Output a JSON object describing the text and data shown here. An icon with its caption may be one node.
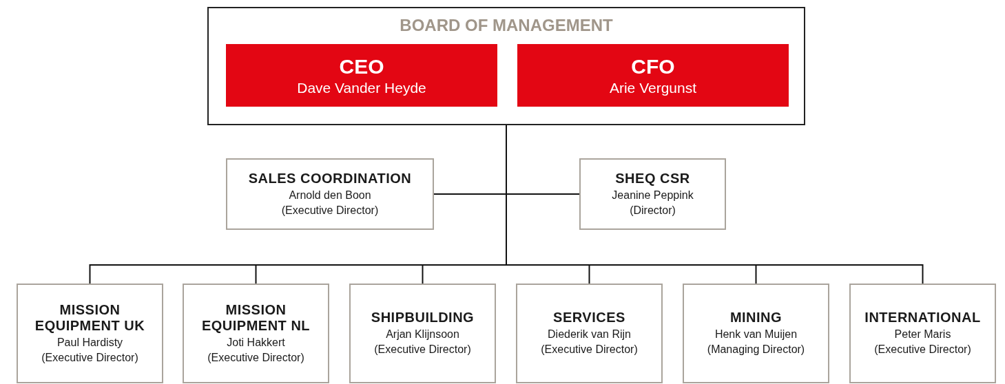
{
  "diagram": {
    "nodes": [
      {
        "text": [
          "BOARD OF MANAGEMENT"
        ]
      },
      {
        "text": [
          "CEO",
          "Dave Vander Heyde"
        ],
        "in": 0
      },
      {
        "text": [
          "CFO",
          "Arie Vergunst"
        ],
        "in": 0
      },
      {
        "text": [
          "SALES COORDINATION",
          "Arnold den Boon",
          "(Executive Director)"
        ]
      },
      {
        "text": [
          "SHEQ CSR",
          "Jeanine Peppink",
          "(Director)"
        ]
      },
      {
        "text": [
          "MISSION EQUIPMENT UK",
          "Paul Hardisty",
          "(Executive Director)"
        ]
      },
      {
        "text": [
          "MISSION EQUIPMENT NL",
          "Joti Hakkert",
          "(Executive Director)"
        ]
      },
      {
        "text": [
          "SHIPBUILDING",
          "Arjan Klijnsoon",
          "(Executive Director)"
        ]
      },
      {
        "text": [
          "SERVICES",
          "Diederik van Rijn",
          "(Executive Director)"
        ]
      },
      {
        "text": [
          "MINING",
          "Henk van Muijen",
          "(Managing Director)"
        ]
      },
      {
        "text": [
          "INTERNATIONAL",
          "Peter Maris",
          "(Executive Director)"
        ]
      }
    ],
    "edges": [
      {
        "from": 0,
        "to": 3,
        "arrow": "none"
      },
      {
        "from": 0,
        "to": 4,
        "arrow": "none"
      },
      {
        "from": 0,
        "to": 5,
        "arrow": "none"
      },
      {
        "from": 0,
        "to": 6,
        "arrow": "none"
      },
      {
        "from": 0,
        "to": 7,
        "arrow": "none"
      },
      {
        "from": 0,
        "to": 8,
        "arrow": "none"
      },
      {
        "from": 0,
        "to": 9,
        "arrow": "none"
      },
      {
        "from": 0,
        "to": 10,
        "arrow": "none"
      }
    ]
  }
}
